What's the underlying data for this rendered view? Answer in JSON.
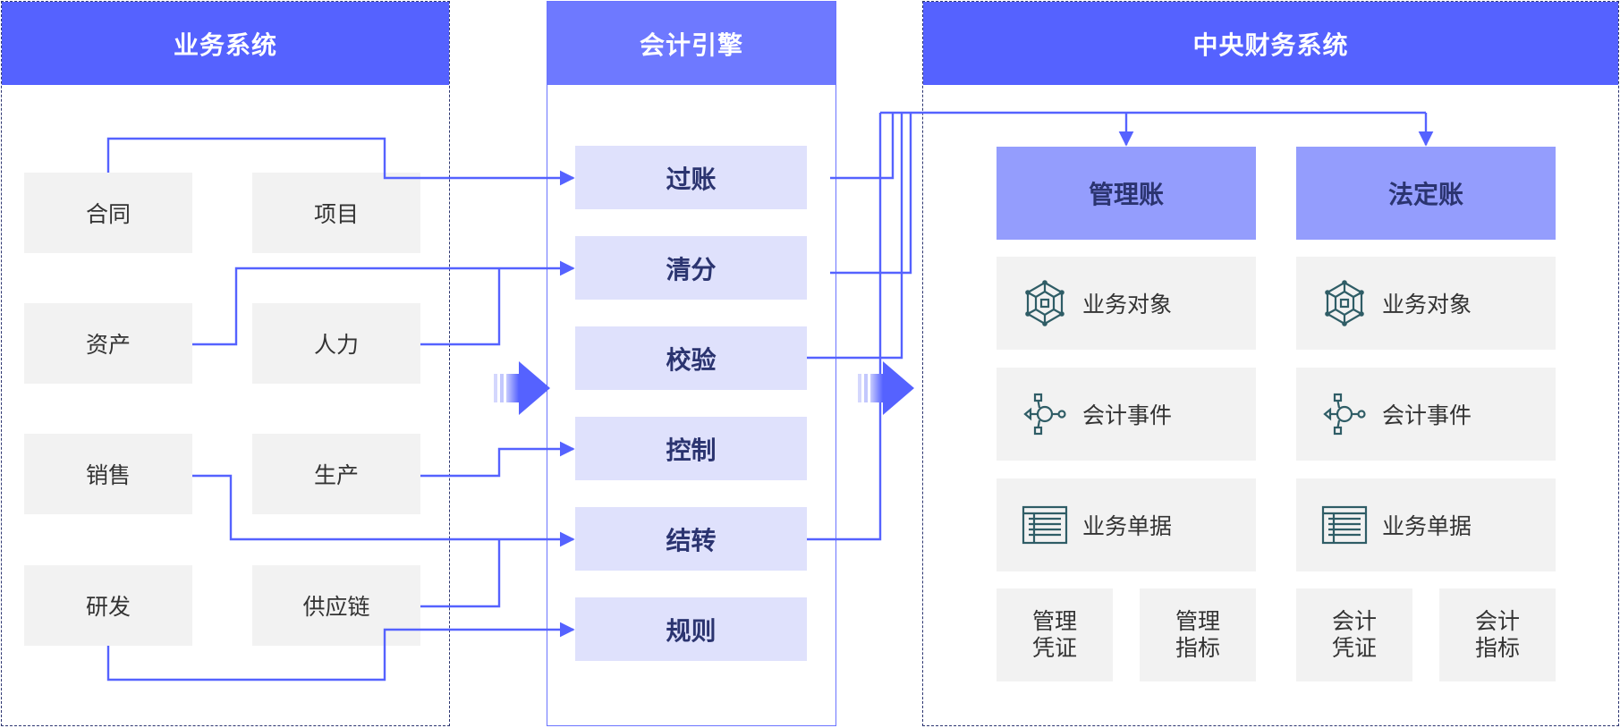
{
  "business": {
    "title": "业务系统",
    "items": [
      "合同",
      "项目",
      "资产",
      "人力",
      "销售",
      "生产",
      "研发",
      "供应链"
    ]
  },
  "engine": {
    "title": "会计引擎",
    "items": [
      "过账",
      "清分",
      "校验",
      "控制",
      "结转",
      "规则"
    ]
  },
  "central": {
    "title": "中央财务系统",
    "ledgers": [
      {
        "title": "管理账",
        "rows": [
          "业务对象",
          "会计事件",
          "业务单据"
        ],
        "cards": [
          {
            "l1": "管理",
            "l2": "凭证"
          },
          {
            "l1": "管理",
            "l2": "指标"
          }
        ]
      },
      {
        "title": "法定账",
        "rows": [
          "业务对象",
          "会计事件",
          "业务单据"
        ],
        "cards": [
          {
            "l1": "会计",
            "l2": "凭证"
          },
          {
            "l1": "会计",
            "l2": "指标"
          }
        ]
      }
    ],
    "row_icons": [
      "network-cube-icon",
      "event-node-icon",
      "document-list-icon"
    ]
  },
  "colors": {
    "header": "#5562ff",
    "connector": "#5562ff",
    "engine_box": "#dfe1fc",
    "ledger_header": "#949dfd",
    "gray_box": "#f2f2f2",
    "icon": "#2f5d66"
  }
}
